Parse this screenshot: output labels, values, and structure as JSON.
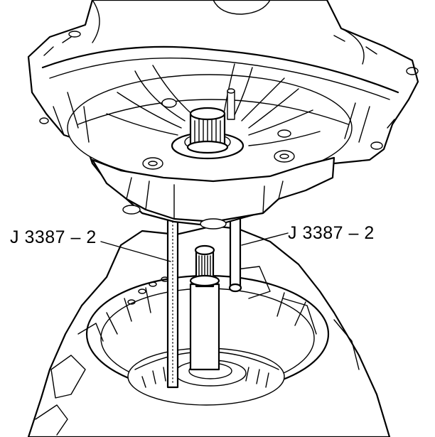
{
  "figure": {
    "background": "#ffffff",
    "line_color": "#000000",
    "callouts": [
      {
        "id": "left",
        "text": "J 3387 – 2"
      },
      {
        "id": "right",
        "text": "J 3387 – 2"
      }
    ]
  }
}
